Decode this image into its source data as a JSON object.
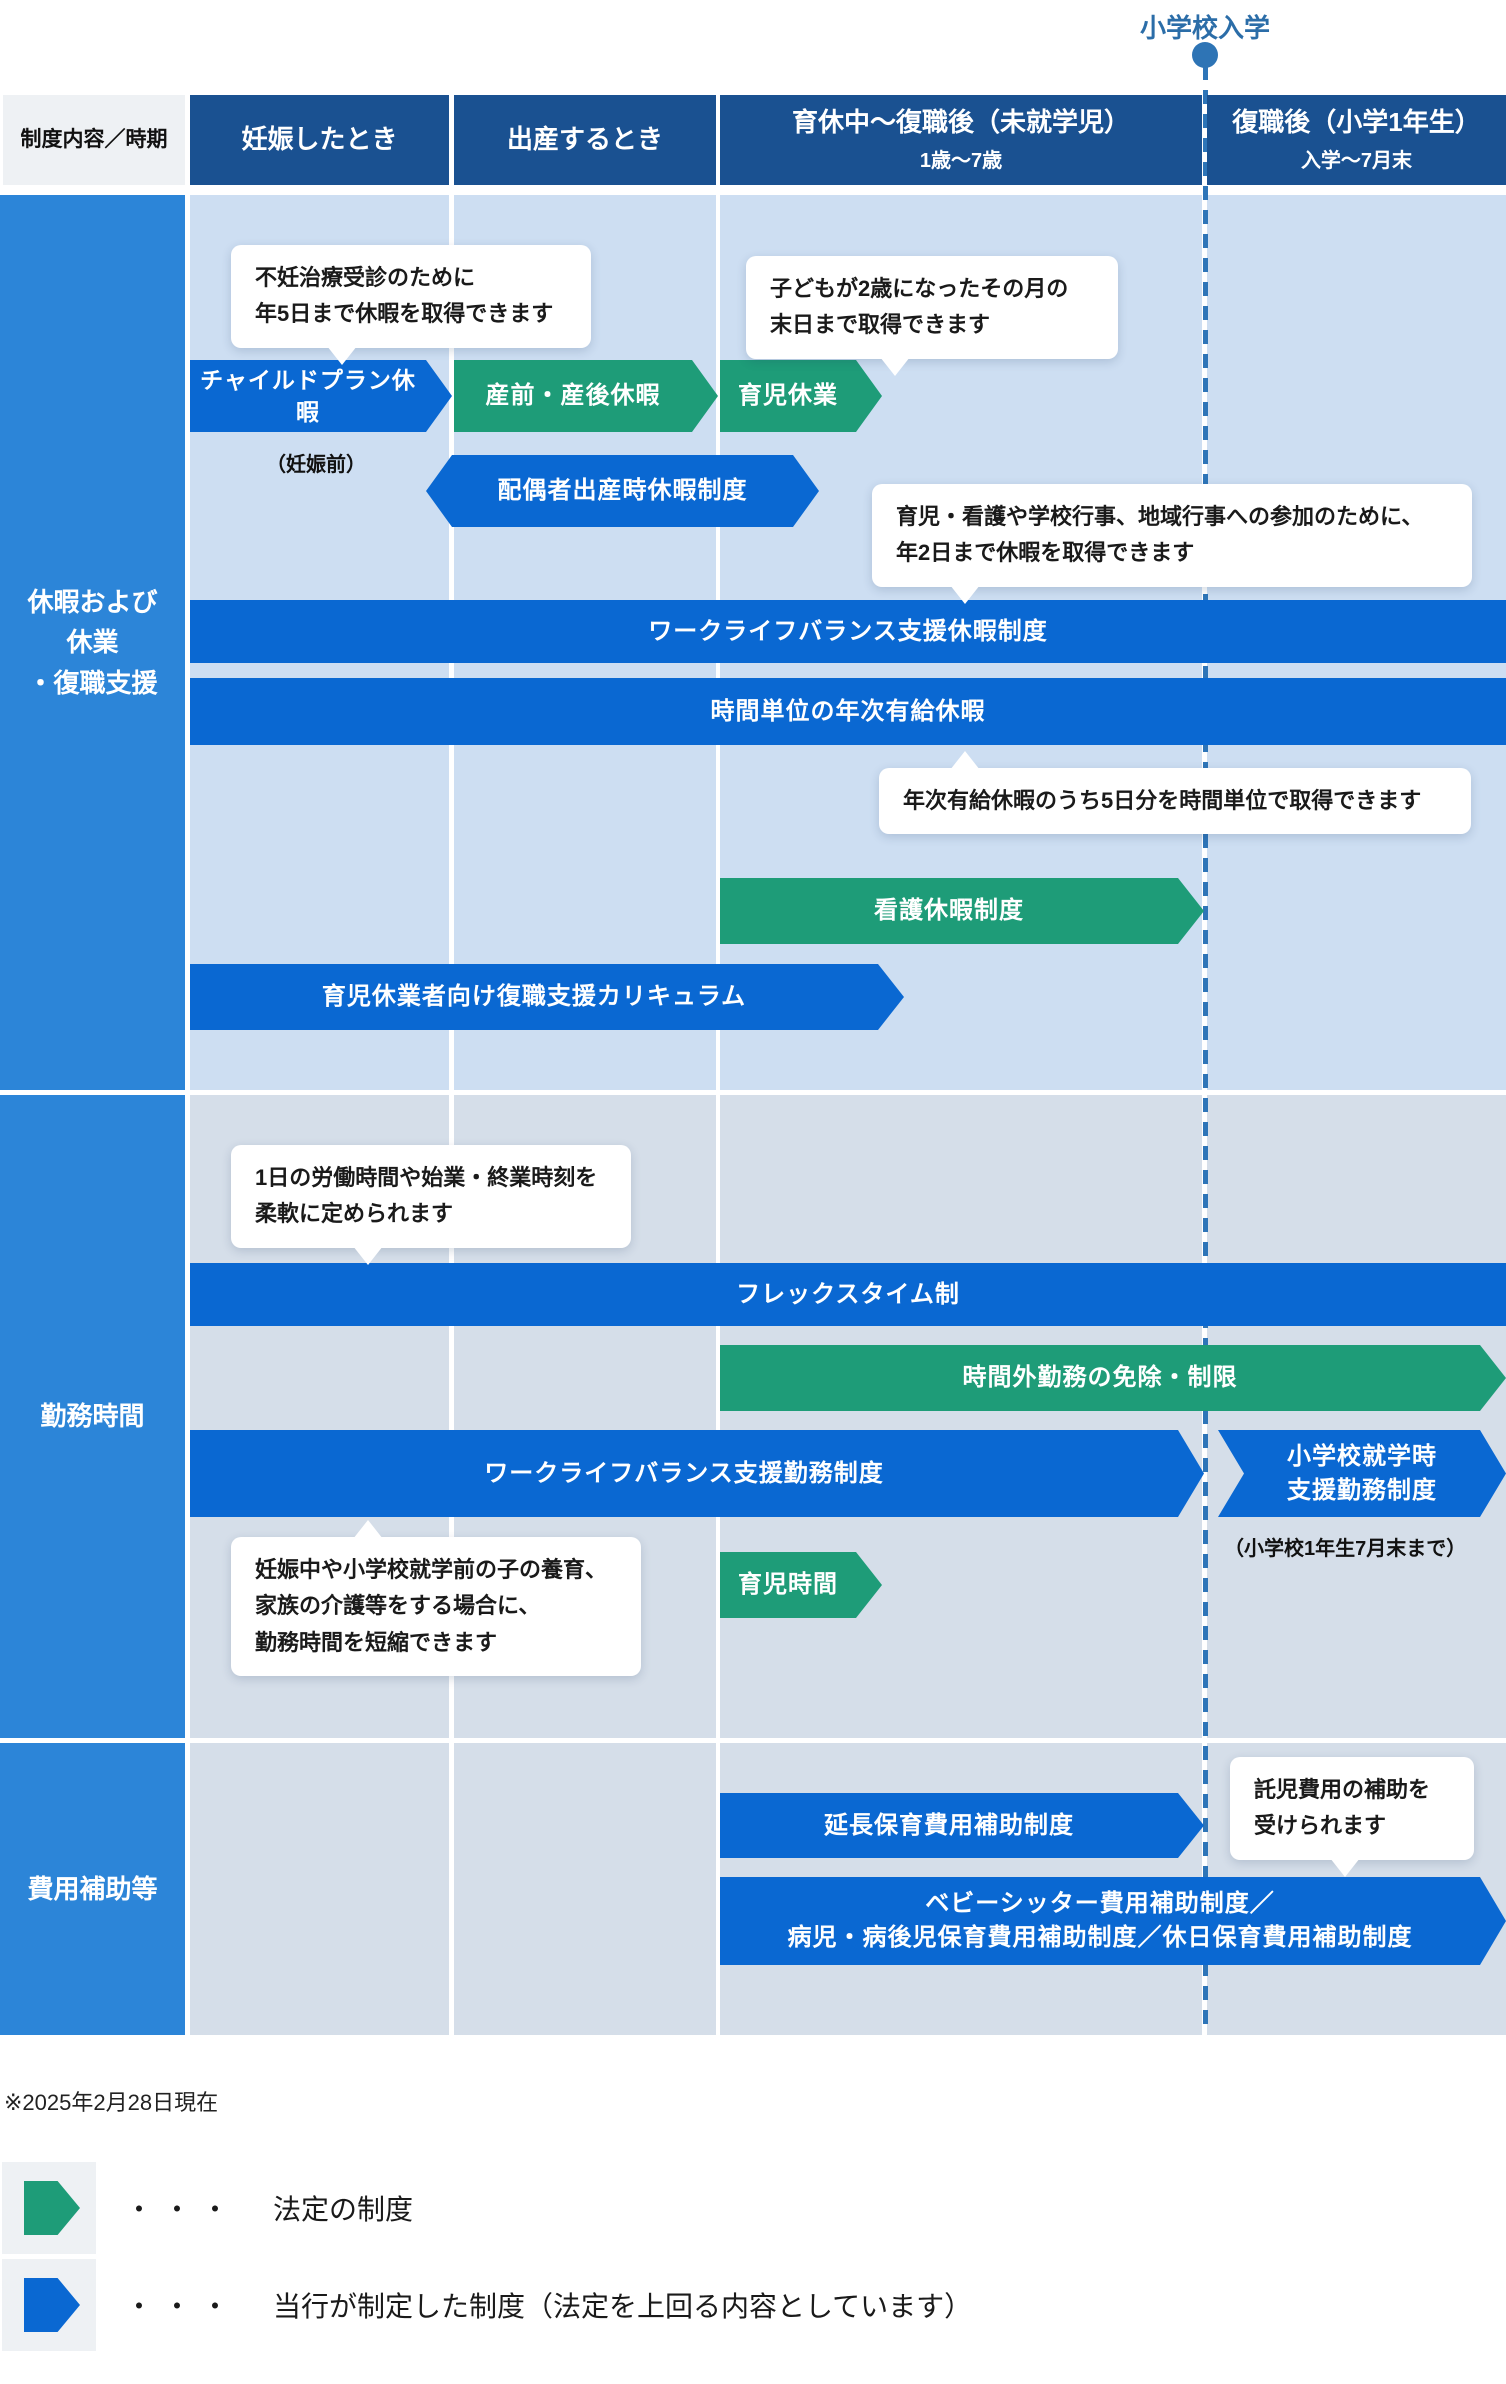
{
  "timeline": {
    "event_label": "小学校入学"
  },
  "header": {
    "corner": "制度内容／時期",
    "columns": [
      {
        "title": "妊娠したとき",
        "subtitle": ""
      },
      {
        "title": "出産するとき",
        "subtitle": ""
      },
      {
        "title": "育休中〜復職後（未就学児）",
        "subtitle": "1歳〜7歳"
      },
      {
        "title": "復職後（小学1年生）",
        "subtitle": "入学〜7月末"
      }
    ]
  },
  "sections": {
    "s1": {
      "label_line1": "休暇および",
      "label_line2": "休業",
      "label_line3": "・復職支援"
    },
    "s2": {
      "label": "勤務時間"
    },
    "s3": {
      "label": "費用補助等"
    }
  },
  "bars": {
    "child_plan": {
      "label": "チャイルドプラン休暇",
      "kind": "company"
    },
    "prenatal": {
      "label": "産前・産後休暇",
      "kind": "statutory"
    },
    "childcare_leave": {
      "label": "育児休業",
      "kind": "statutory"
    },
    "spousal": {
      "label": "配偶者出産時休暇制度",
      "kind": "company"
    },
    "wlb_leave": {
      "label": "ワークライフバランス支援休暇制度",
      "kind": "company"
    },
    "hourly_annual": {
      "label": "時間単位の年次有給休暇",
      "kind": "company"
    },
    "nursing": {
      "label": "看護休暇制度",
      "kind": "statutory"
    },
    "curriculum": {
      "label": "育児休業者向け復職支援カリキュラム",
      "kind": "company"
    },
    "flextime": {
      "label": "フレックスタイム制",
      "kind": "company"
    },
    "overtime_exemption": {
      "label": "時間外勤務の免除・制限",
      "kind": "statutory"
    },
    "wlb_work": {
      "label": "ワークライフバランス支援勤務制度",
      "kind": "company"
    },
    "school_support": {
      "label_line1": "小学校就学時",
      "label_line2": "支援勤務制度",
      "kind": "company"
    },
    "childcare_time": {
      "label": "育児時間",
      "kind": "statutory"
    },
    "extended_care": {
      "label": "延長保育費用補助制度",
      "kind": "company"
    },
    "babysitter": {
      "label_line1": "ベビーシッター費用補助制度／",
      "label_line2": "病児・病後児保育費用補助制度／休日保育費用補助制度",
      "kind": "company"
    }
  },
  "callouts": {
    "fertility": {
      "line1": "不妊治療受診のために",
      "line2": "年5日まで休暇を取得できます"
    },
    "two_years": {
      "line1": "子どもが2歳になったその月の",
      "line2": "末日まで取得できます"
    },
    "two_days": {
      "line1": "育児・看護や学校行事、地域行事への参加のために、",
      "line2": "年2日まで休暇を取得できます"
    },
    "five_days_hourly": {
      "line1": "年次有給休暇のうち5日分を時間単位で取得できます"
    },
    "flexible_hours": {
      "line1": "1日の労働時間や始業・終業時刻を",
      "line2": "柔軟に定められます"
    },
    "shorten_hours": {
      "line1": "妊娠中や小学校就学前の子の養育、",
      "line2": "家族の介護等をする場合に、",
      "line3": "勤務時間を短縮できます"
    },
    "daycare_subsidy": {
      "line1": "託児費用の補助を",
      "line2": "受けられます"
    }
  },
  "notes": {
    "before_pregnancy": "（妊娠前）",
    "first_grade_july": "（小学校1年生7月末まで）",
    "as_of_date": "※2025年2月28日現在"
  },
  "legend": {
    "dots": "・・・",
    "items": [
      {
        "label": "法定の制度",
        "color": "#1E9C78"
      },
      {
        "label": "当行が制定した制度（法定を上回る内容としています）",
        "color": "#0A68D2"
      }
    ]
  },
  "colors": {
    "header_navy": "#1A5191",
    "sidebar_blue": "#2C85D8",
    "bar_blue": "#0A68D2",
    "bar_green": "#1E9C78",
    "section1_bg": "#CDDEF2",
    "section2_bg": "#D5DEE9",
    "dashed_line": "#2E75B8",
    "corner_bg": "#EEF1F4"
  }
}
